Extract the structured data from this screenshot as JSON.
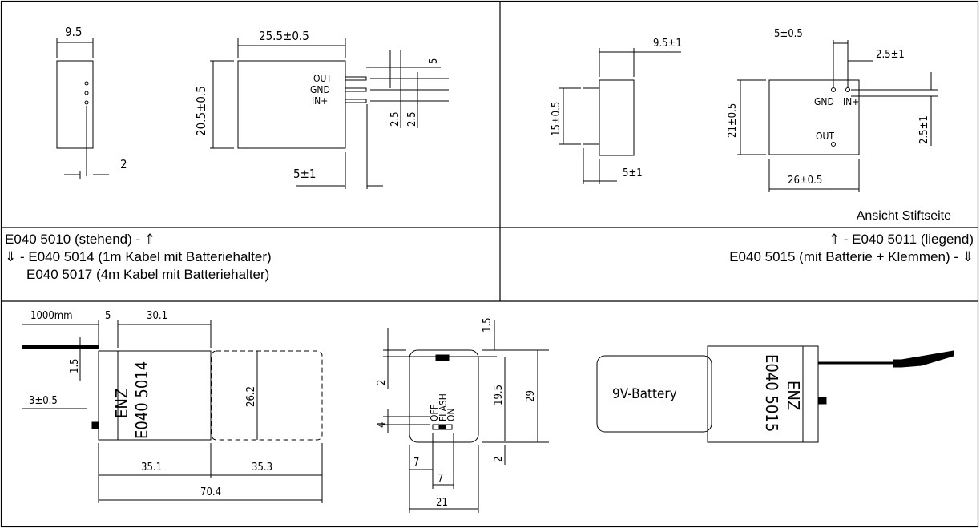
{
  "top_left": {
    "dims": {
      "width_side": "9.5",
      "pin_offset": "2",
      "body_width": "25.5±0.5",
      "body_height": "20.5±0.5",
      "pin_length": "5",
      "pin_pitch_a": "2.5",
      "pin_pitch_b": "2.5",
      "pin_spacing": "5±1"
    },
    "pins": {
      "out": "OUT",
      "gnd": "GND",
      "in": "IN+"
    }
  },
  "top_right": {
    "dims": {
      "side_width": "9.5±1",
      "side_height": "15±0.5",
      "pin_length": "5±1",
      "pin_spacing_top": "5±0.5",
      "pin_spacing_b": "2.5±1",
      "body_height": "21±0.5",
      "pin_offset": "2.5±1",
      "body_width": "26±0.5"
    },
    "pins": {
      "gnd": "GND",
      "in": "IN+",
      "out": "OUT"
    },
    "view_note": "Ansicht Stiftseite"
  },
  "captions": {
    "left_line1": "E040 5010 (stehend) - ⇑",
    "left_line2": "⇓ - E040 5014 (1m Kabel mit Batteriehalter)",
    "left_line3": "E040 5017 (4m Kabel mit Batteriehalter)",
    "right_line1": "⇑ - E040 5011 (liegend)",
    "right_line2": "E040 5015 (mit Batterie + Klemmen) - ⇓"
  },
  "bottom_left": {
    "dims": {
      "cable": "1000mm",
      "a": "5",
      "b": "30.1",
      "c": "1.5",
      "d": "3±0.5",
      "height": "26.2",
      "len1": "35.1",
      "len2": "35.3",
      "total": "70.4"
    },
    "label_brand": "ENZ",
    "label_part": "E040  5014"
  },
  "bottom_mid": {
    "dims": {
      "top": "1.5",
      "left_a": "2",
      "left_b": "4",
      "h1": "19.5",
      "h2": "29",
      "bottom": "2",
      "w1": "7",
      "w2": "7",
      "w3": "21"
    },
    "switch": {
      "off": "OFF",
      "flash": "FLASH",
      "on": "ON"
    }
  },
  "bottom_right": {
    "battery": "9V-Battery",
    "label_brand": "ENZ",
    "label_part": "E040  5015"
  }
}
